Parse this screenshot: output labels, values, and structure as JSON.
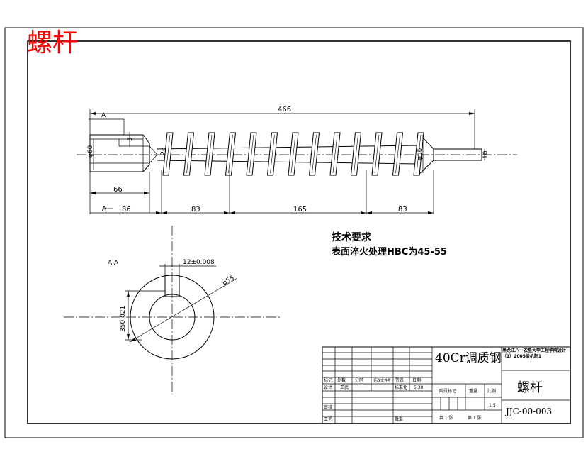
{
  "drawing_title": "螺杆",
  "dimensions": {
    "overall_length": "466",
    "shank_length": "66",
    "seg1": "86",
    "seg2": "83",
    "seg3": "165",
    "seg4": "83",
    "dia_shank": "φ60",
    "key_depth": "5",
    "dia_body": "φ56",
    "dia_tip": "10",
    "pitch": "25"
  },
  "section_markers": {
    "top": "A",
    "bottom": "A"
  },
  "section_view": {
    "label": "A-A",
    "key_width": "12±0.008",
    "outer_dia": "φ55",
    "depth_dim": "350.021"
  },
  "tech_requirements": {
    "heading": "技术要求",
    "line1": "表面淬火处理HBC为45-55"
  },
  "title_block": {
    "material": "40Cr调质钢",
    "school": "黑龙江八一农垦大学工程学院设计（1）2005级机制1",
    "part_name": "螺杆",
    "drawing_no": "JJC-00-003",
    "scale_value": "1:5",
    "labels": {
      "mark": "标记",
      "count": "处数",
      "zone": "分区",
      "change_doc": "更改文件号",
      "sign": "签名",
      "date": "日期",
      "design": "设计",
      "designer": "王武",
      "standardize": "标准化",
      "std_date": "5.30",
      "stage_mark": "阶段标记",
      "weight": "重量",
      "scale": "比例",
      "review": "审核",
      "process": "工艺",
      "approve": "批准",
      "sheets_total": "共 1 张",
      "sheet_no": "第 1 张"
    }
  },
  "colors": {
    "title_red": "#ff0000",
    "line": "#000000"
  }
}
